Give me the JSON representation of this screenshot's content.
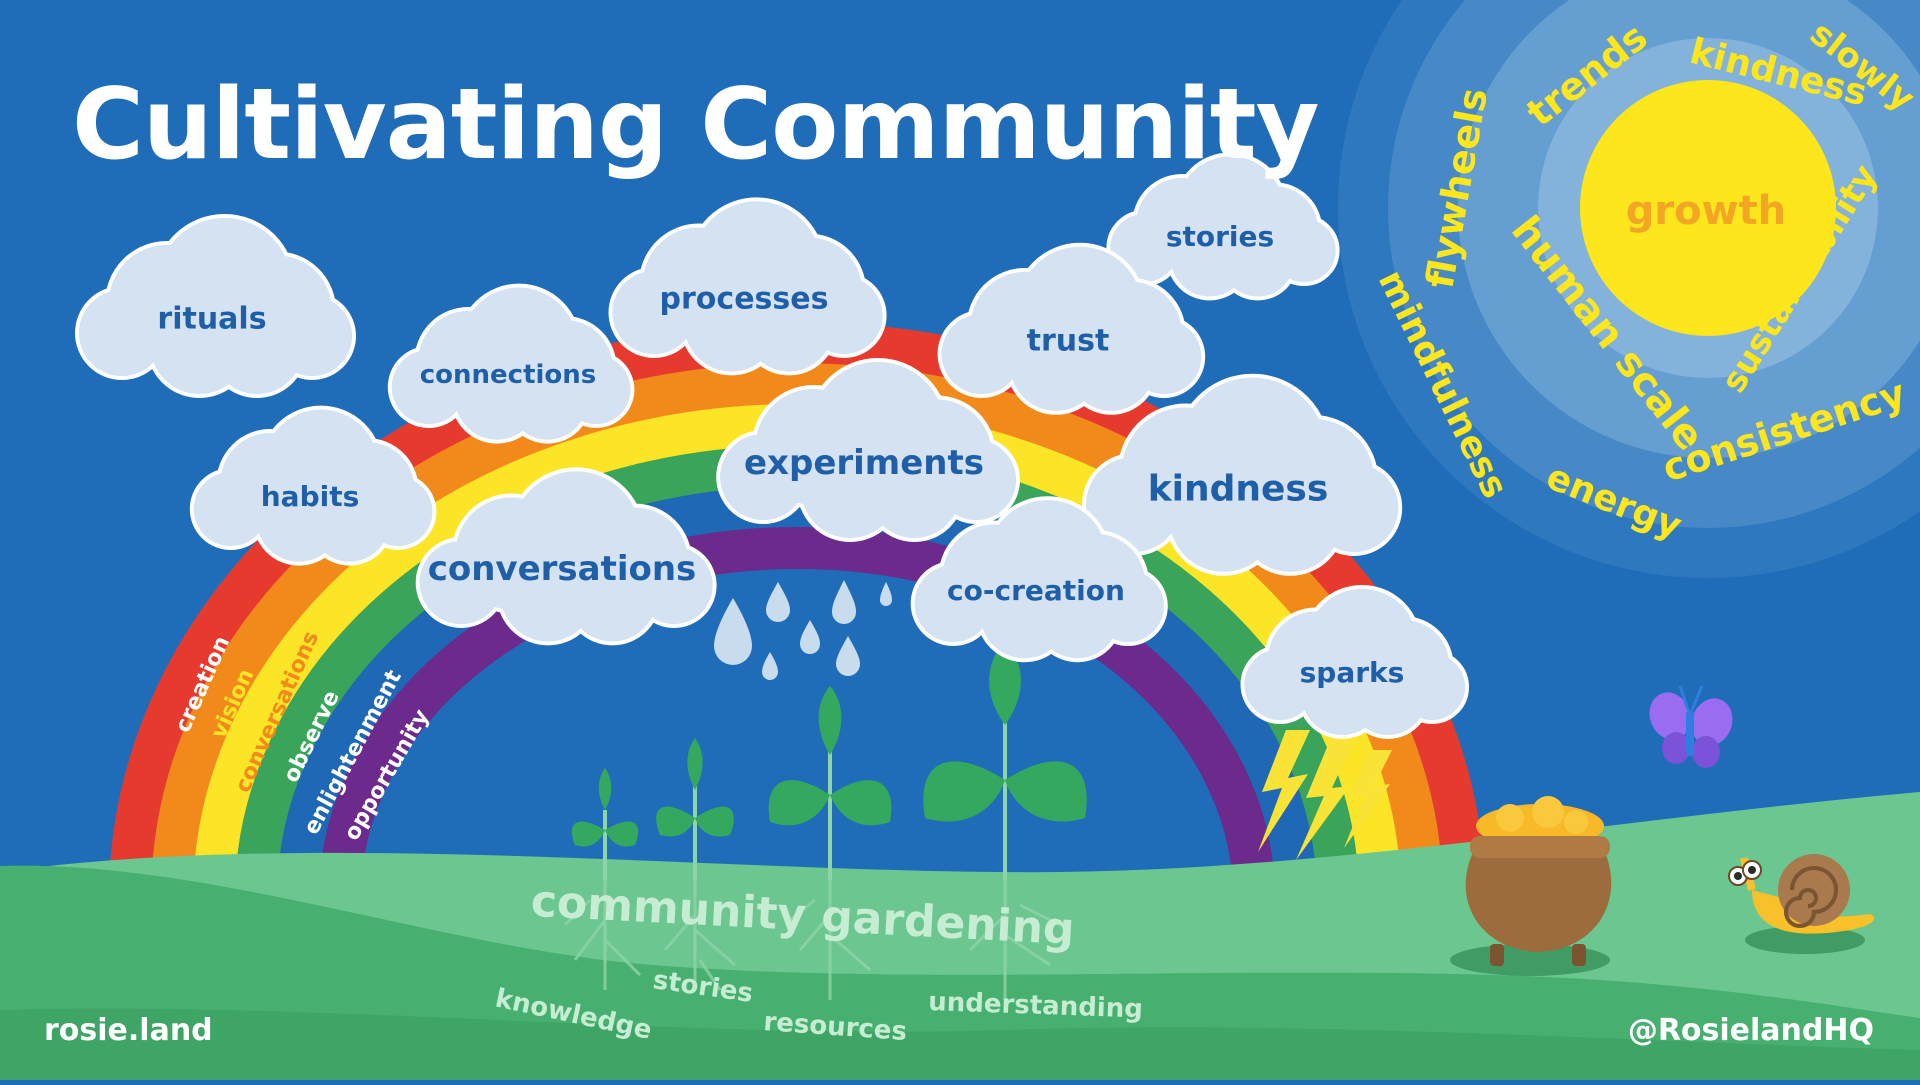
{
  "title": "Cultivating Community",
  "footer": {
    "left": "rosie.land",
    "right": "@RosielandHQ"
  },
  "clouds": [
    {
      "id": "rituals",
      "label": "rituals"
    },
    {
      "id": "connections",
      "label": "connections"
    },
    {
      "id": "processes",
      "label": "processes"
    },
    {
      "id": "stories",
      "label": "stories"
    },
    {
      "id": "trust",
      "label": "trust"
    },
    {
      "id": "habits",
      "label": "habits"
    },
    {
      "id": "experiments",
      "label": "experiments"
    },
    {
      "id": "kindness",
      "label": "kindness"
    },
    {
      "id": "conversations",
      "label": "conversations"
    },
    {
      "id": "co-creation",
      "label": "co-creation"
    },
    {
      "id": "sparks",
      "label": "sparks"
    }
  ],
  "rainbow_labels": [
    "creation",
    "vision",
    "conversations",
    "observe",
    "enlightenment",
    "opportunity"
  ],
  "sun": {
    "center": "growth",
    "ring": [
      "trends",
      "kindness",
      "slowly",
      "flywheels",
      "human scale",
      "sustainability",
      "mindfulness",
      "consistency",
      "energy"
    ]
  },
  "garden": {
    "title": "community gardening",
    "roots": [
      "knowledge",
      "stories",
      "resources",
      "understanding"
    ]
  },
  "colors": {
    "sky": "#1f6db8",
    "rainbow": [
      "#e63a2e",
      "#f28a1b",
      "#fce526",
      "#3aa55a",
      "#1e68b5",
      "#6b2a8c"
    ],
    "cloud": "#d4e2f1",
    "cloud_text": "#1e5fa8",
    "sun": "#fde61c",
    "sun_text": "#f3a524",
    "hill_back": "#6cc690",
    "hill_front": "#47b070",
    "sprout": "#35a860",
    "sprout_light": "#8fd3a8",
    "lightning": "#fae337",
    "pot": "#9c6b3e",
    "gold": "#f7b928",
    "butterfly": "#9a6df0",
    "snail_body": "#f8c02a",
    "snail_shell": "#a97a4e"
  }
}
